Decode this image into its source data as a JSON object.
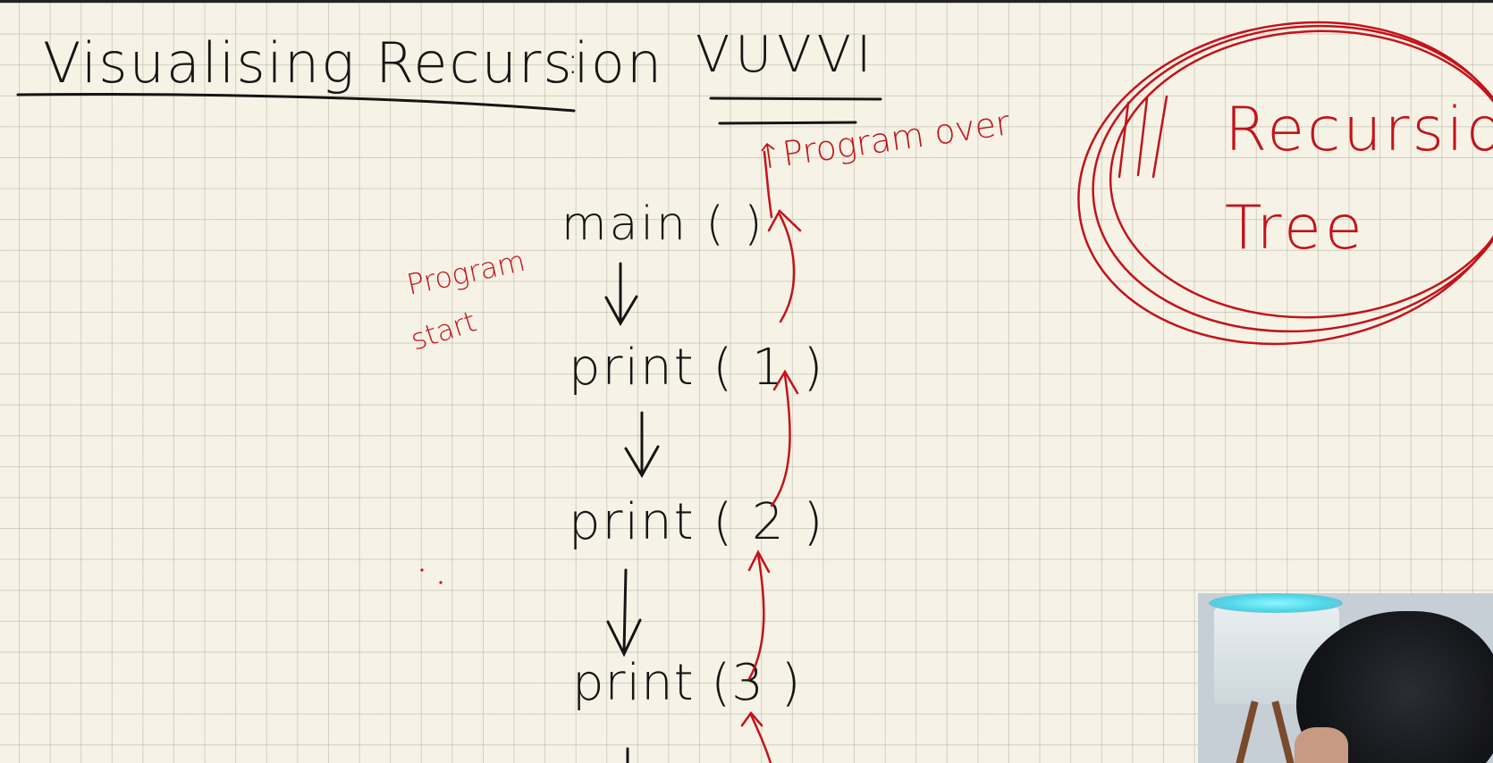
{
  "board": {
    "title": "Visualising Recursion",
    "title_colon": ":",
    "top_word": "VUVVI",
    "program_over": "↑Program over",
    "program_start_1": "Program",
    "program_start_2": "start",
    "recursion_tree_1": "Recursion",
    "recursion_tree_2": "Tree",
    "calls": [
      "main ( )",
      "print ( 1 )",
      "print ( 2 )",
      "print (3 )"
    ]
  },
  "colors": {
    "paper": "#f6f3e6",
    "grid": "#afb2a5",
    "ink_black": "#151515",
    "ink_red": "#c4121a"
  },
  "icons": {
    "webcam": "presenter-webcam-overlay"
  }
}
